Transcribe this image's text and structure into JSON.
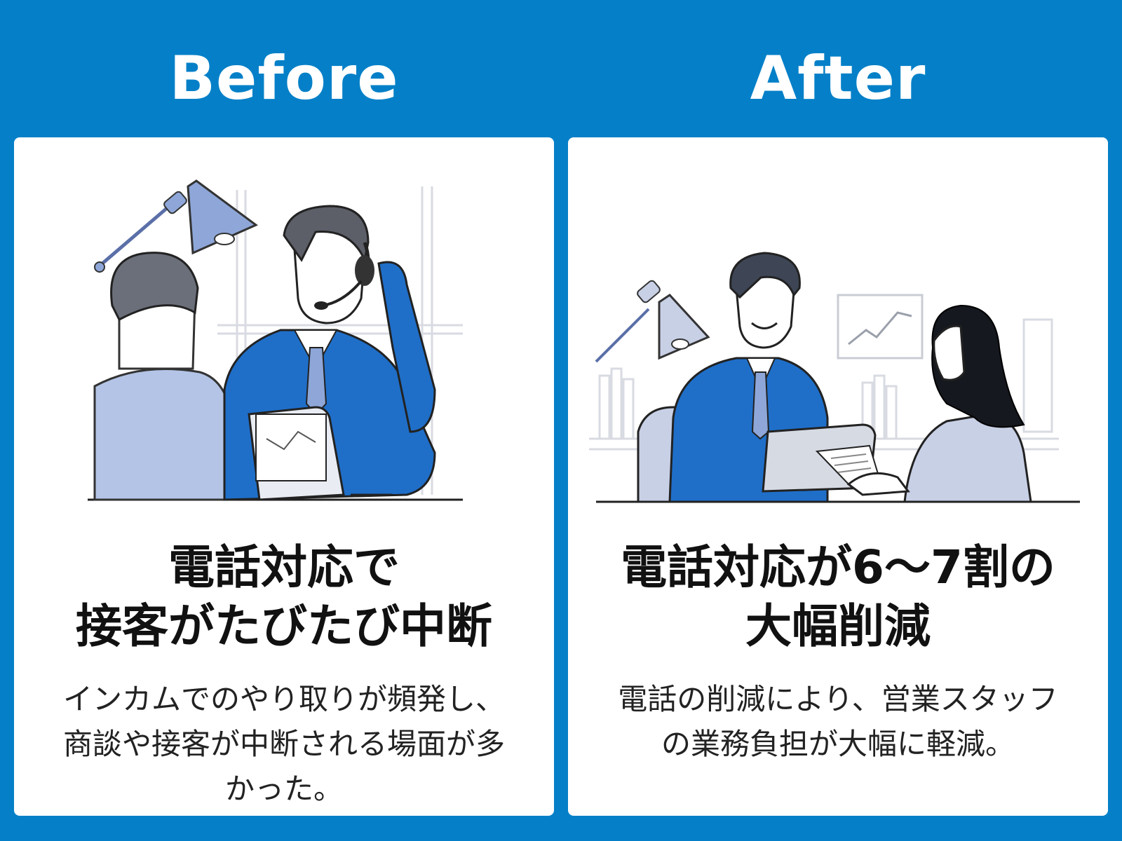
{
  "before": {
    "label": "Before",
    "headline": [
      "電話対応で",
      "接客がたびたび中断"
    ],
    "body": [
      "インカムでのやり取りが頻発し、",
      "商談や接客が中断される場面が多",
      "かった。"
    ]
  },
  "after": {
    "label": "After",
    "headline": [
      "電話対応が6〜7割の",
      "大幅削減"
    ],
    "body": [
      "電話の削減により、営業スタッフ",
      "の業務負担が大幅に軽減。"
    ]
  },
  "colors": {
    "background": "#0580c8",
    "suit_blue": "#1f6fc9",
    "light_blue": "#8ea7d8"
  }
}
